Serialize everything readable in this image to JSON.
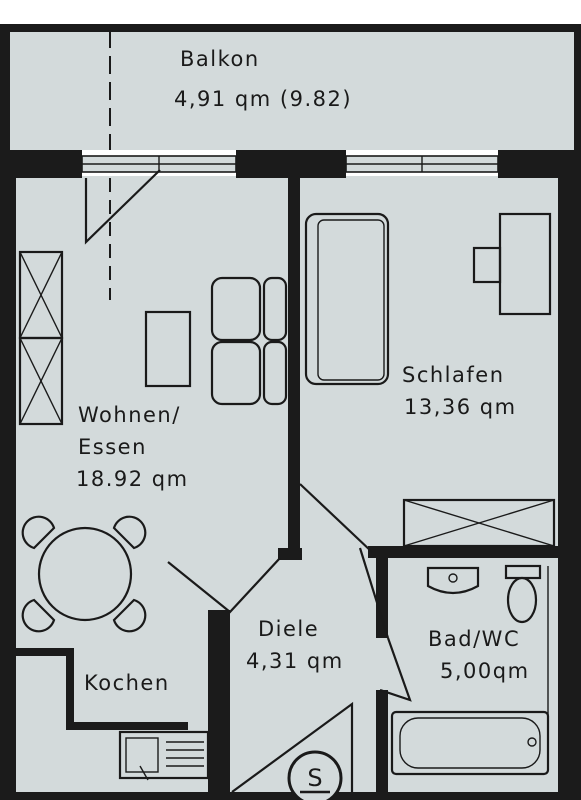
{
  "rooms": {
    "balkon": {
      "name": "Balkon",
      "area": "4,91 qm (9.82)"
    },
    "wohnen": {
      "name_line1": "Wohnen/",
      "name_line2": "Essen",
      "area": "18.92 qm"
    },
    "schlafen": {
      "name": "Schlafen",
      "area": "13,36 qm"
    },
    "diele": {
      "name": "Diele",
      "area": "4,31 qm"
    },
    "bad": {
      "name": "Bad/WC",
      "area": "5,00qm"
    },
    "kochen": {
      "name": "Kochen"
    }
  },
  "entrance_marker": "S",
  "colors": {
    "wall": "#1b1b1b",
    "floor": "#d3dadb",
    "background": "#ffffff",
    "line": "#1a1a1a"
  }
}
